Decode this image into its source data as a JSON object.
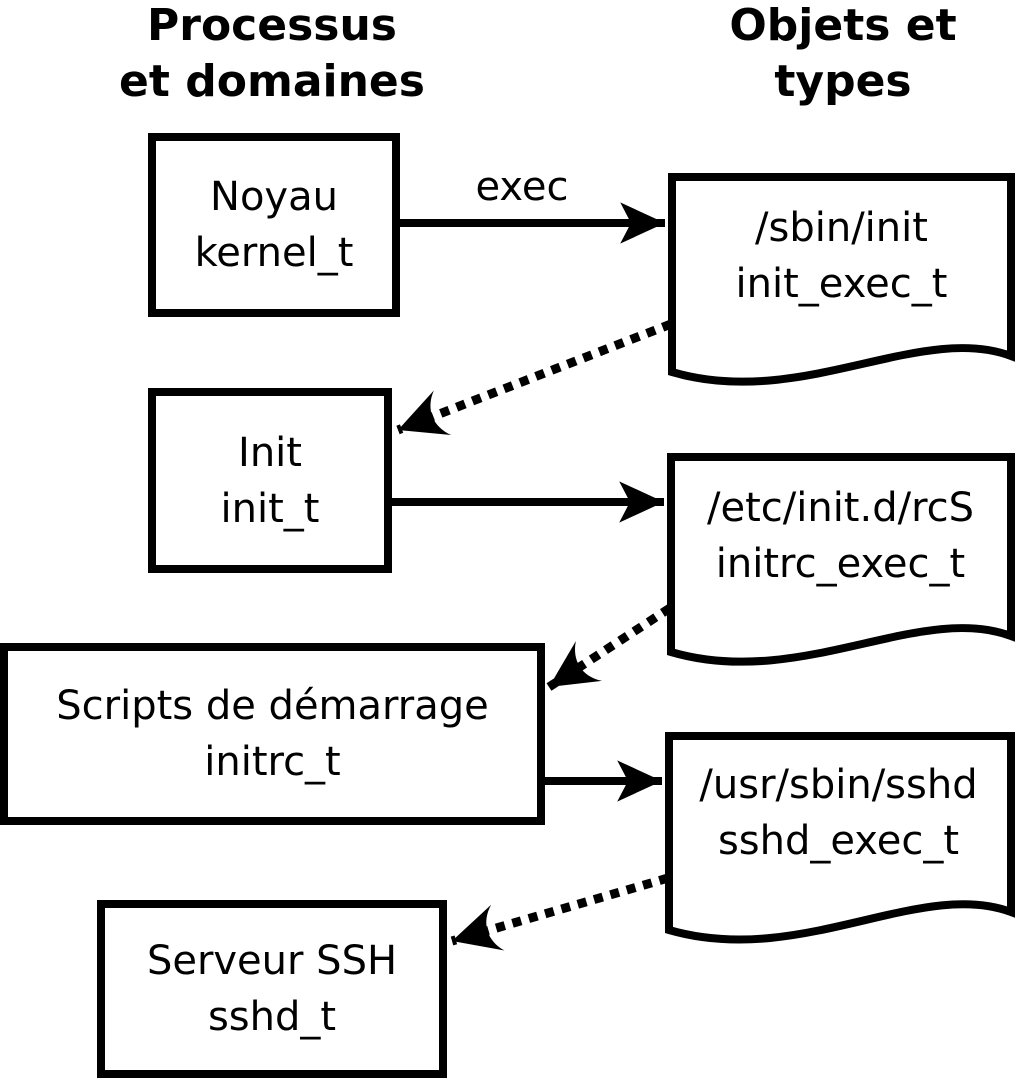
{
  "colors": {
    "ink": "#000000",
    "paper": "#ffffff"
  },
  "headers": {
    "left": {
      "line1": "Processus",
      "line2": "et domaines"
    },
    "right": {
      "line1": "Objets et",
      "line2": "types"
    }
  },
  "boxes": [
    {
      "name": "Noyau",
      "type": "kernel_t"
    },
    {
      "name": "Init",
      "type": "init_t"
    },
    {
      "name": "Scripts de démarrage",
      "type": "initrc_t"
    },
    {
      "name": "Serveur SSH",
      "type": "sshd_t"
    }
  ],
  "documents": [
    {
      "path": "/sbin/init",
      "type": "init_exec_t"
    },
    {
      "path": "/etc/init.d/rcS",
      "type": "initrc_exec_t"
    },
    {
      "path": "/usr/sbin/sshd",
      "type": "sshd_exec_t"
    }
  ],
  "arrows": {
    "exec_label": "exec"
  }
}
